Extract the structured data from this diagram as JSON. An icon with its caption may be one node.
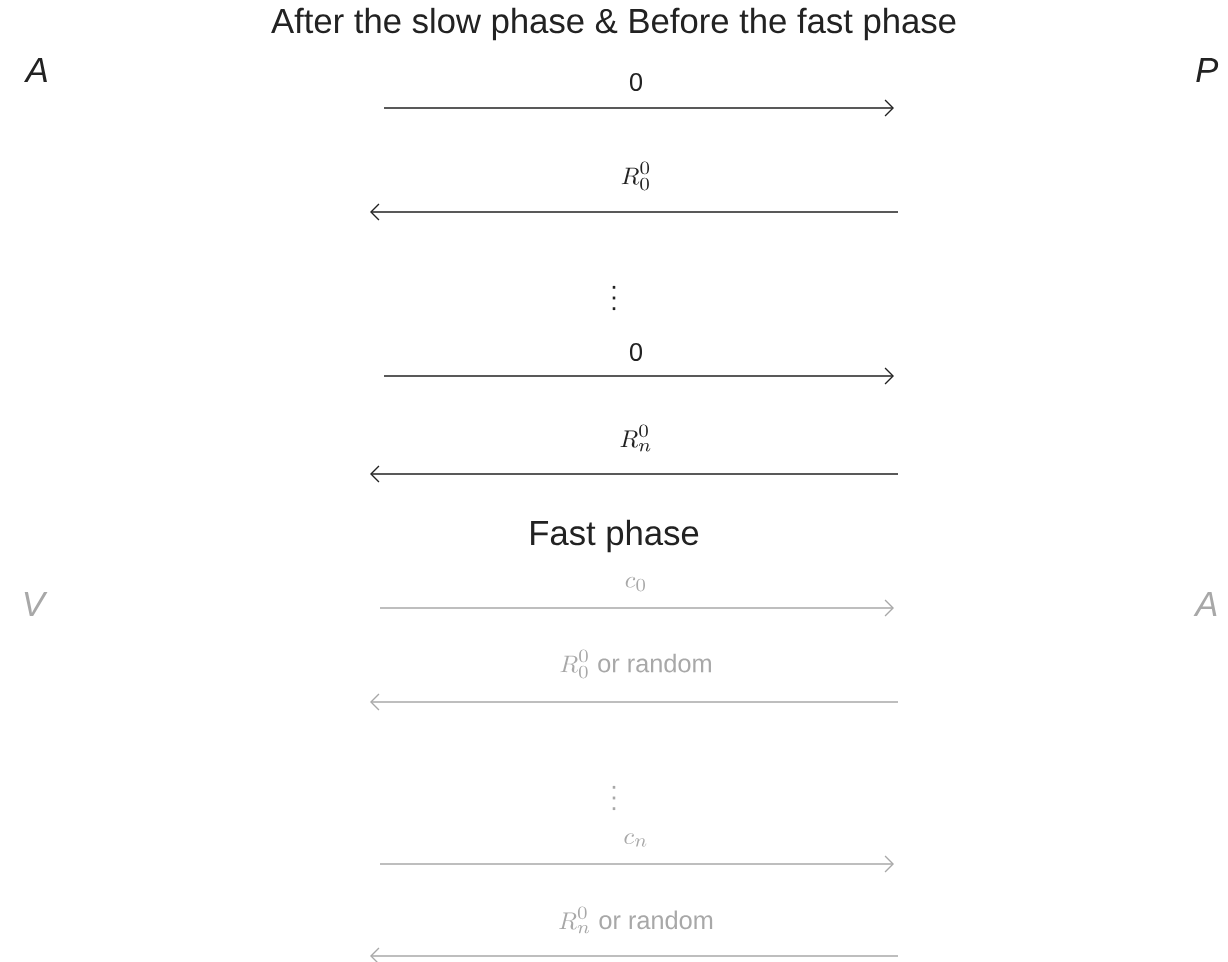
{
  "diagram": {
    "title": "After the slow phase & Before the fast phase",
    "nodes": [
      {
        "text": [
          "A"
        ]
      },
      {
        "text": [
          "P"
        ]
      },
      {
        "text": [
          "V"
        ]
      },
      {
        "text": [
          "A"
        ]
      }
    ],
    "labels": [
      "0",
      "R_0^0",
      "\\vdots",
      "0",
      "R_n^0",
      "Fast phase",
      "c_0",
      "R_0^0 \\text{ or random}",
      "\\vdots",
      "c_n",
      "R_n^0 \\text{ or random}"
    ]
  }
}
